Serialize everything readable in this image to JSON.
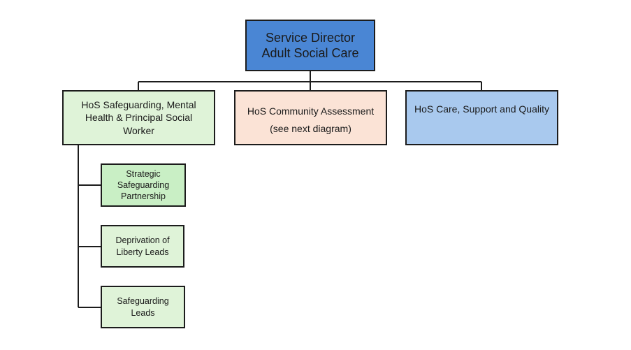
{
  "diagram": {
    "director": {
      "line1": "Service Director",
      "line2": "Adult Social Care",
      "fill": "#4a86d4"
    },
    "hos_safeguarding": {
      "line1": "HoS Safeguarding, Mental",
      "line2": "Health & Principal Social",
      "line3": "Worker",
      "fill": "#dff3d8"
    },
    "hos_community": {
      "line1": "HoS Community Assessment",
      "line2": "(see next diagram)",
      "fill": "#fbe3d6"
    },
    "hos_care": {
      "line1": "HoS Care, Support and Quality",
      "fill": "#a9c9ee"
    },
    "sub_units": [
      {
        "lines": [
          "Strategic",
          "Safeguarding",
          "Partnership"
        ],
        "fill": "#c9efc5"
      },
      {
        "lines": [
          "Deprivation of",
          "Liberty Leads"
        ],
        "fill": "#dff3d8"
      },
      {
        "lines": [
          "Safeguarding",
          "Leads"
        ],
        "fill": "#dff3d8"
      }
    ],
    "line_color": "#1c1c1c",
    "border_color": "#1c1c1c"
  }
}
